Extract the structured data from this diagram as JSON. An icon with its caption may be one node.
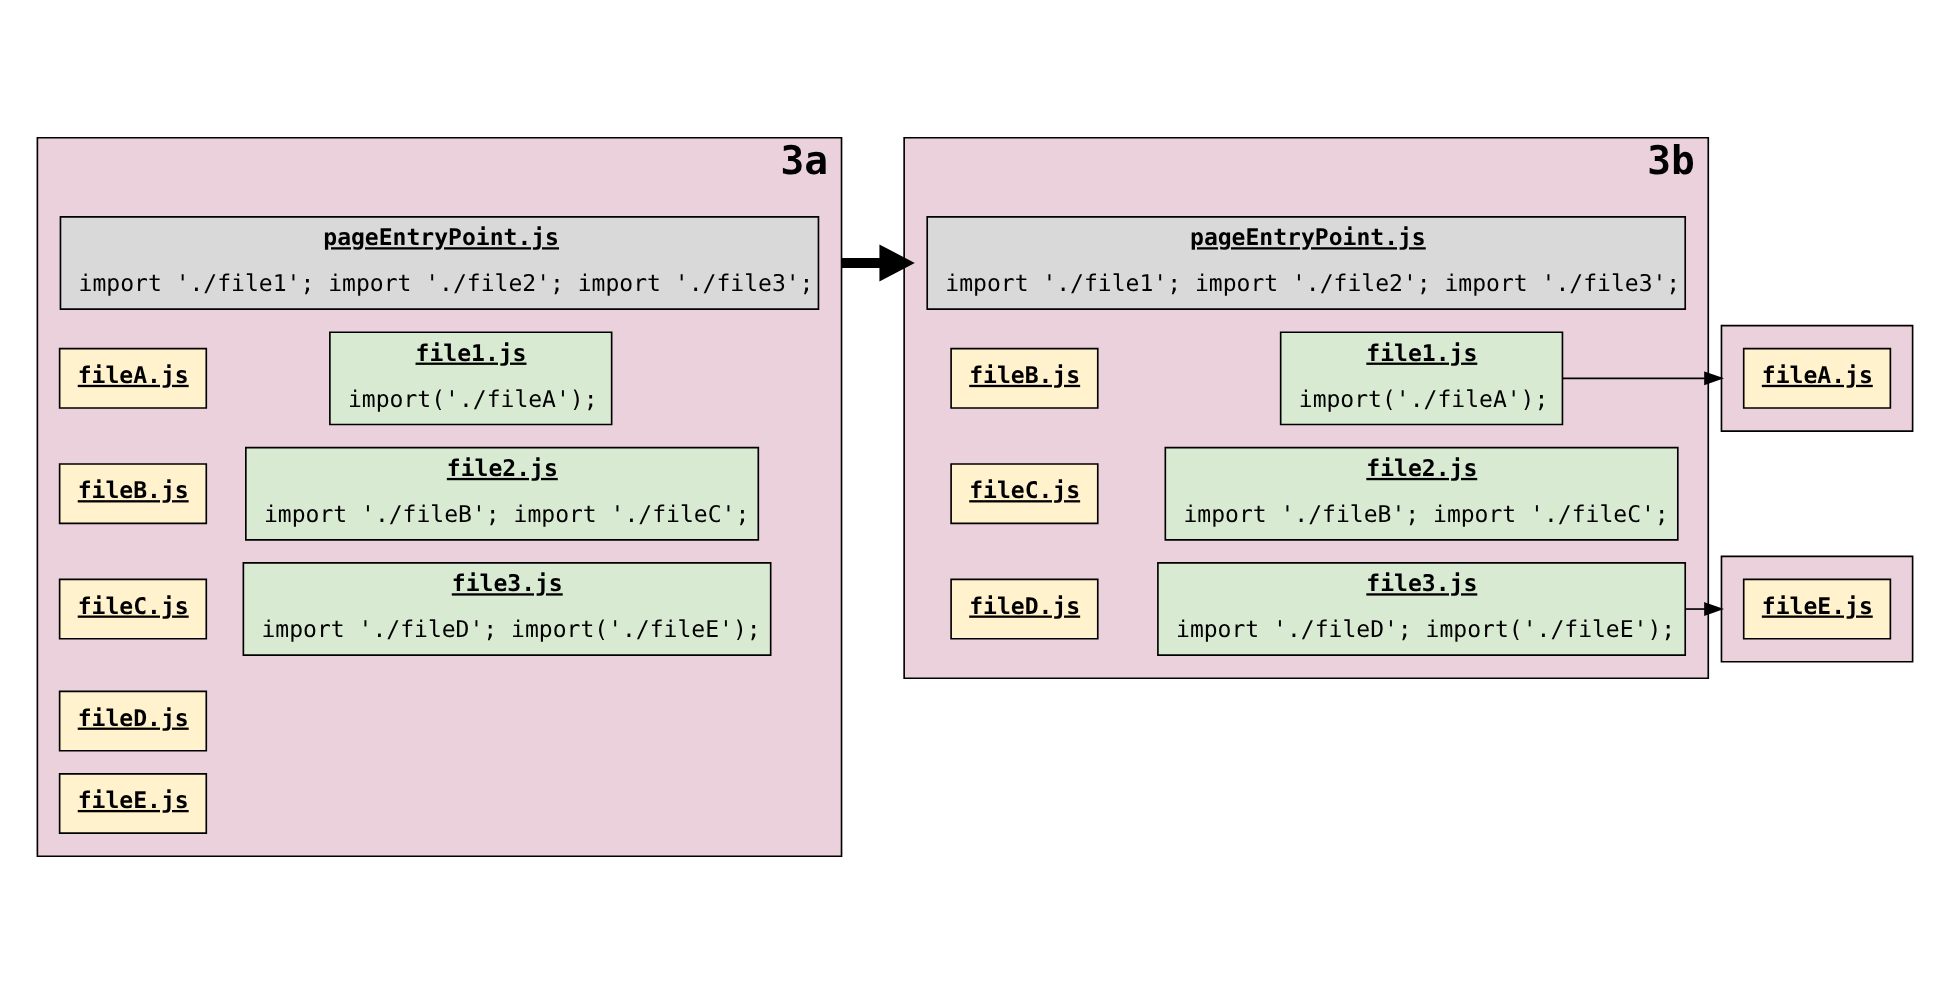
{
  "diagram": {
    "nodes": [
      {
        "text": [
          "3a"
        ]
      },
      {
        "text": [
          "pageEntryPoint.js",
          "import './file1'; import './file2'; import './file3';"
        ],
        "in": 0
      },
      {
        "text": [
          "file1.js",
          "import('./fileA');"
        ],
        "in": 0
      },
      {
        "text": [
          "fileA.js"
        ],
        "in": 0
      },
      {
        "text": [
          "fileB.js"
        ],
        "in": 0
      },
      {
        "text": [
          "file2.js",
          "import './fileB'; import './fileC';"
        ],
        "in": 0
      },
      {
        "text": [
          "fileC.js"
        ],
        "in": 0
      },
      {
        "text": [
          "fileD.js"
        ],
        "in": 0
      },
      {
        "text": [
          "file3.js",
          "import './fileD'; import('./fileE');"
        ],
        "in": 0
      },
      {
        "text": [
          "fileE.js"
        ],
        "in": 0
      },
      {
        "text": [
          "3b"
        ]
      },
      {
        "text": [
          "pageEntryPoint.js",
          "import './file1'; import './file2'; import './file3';"
        ],
        "in": 10
      },
      {
        "text": [
          "file1.js",
          "import('./fileA');"
        ],
        "in": 10
      },
      {
        "text": [
          "fileB.js"
        ],
        "in": 10
      },
      {
        "text": [
          "fileC.js"
        ],
        "in": 10
      },
      {
        "text": [
          "file2.js",
          "import './fileB'; import './fileC';"
        ],
        "in": 10
      },
      {
        "text": [
          "fileD.js"
        ],
        "in": 10
      },
      {
        "text": [
          "file3.js",
          "import './fileD'; import('./fileE');"
        ],
        "in": 10
      },
      {
        "text": [],
        "shape": "box"
      },
      {
        "text": [
          "fileA.js"
        ],
        "in": 18
      },
      {
        "text": [],
        "shape": "box"
      },
      {
        "text": [
          "fileE.js"
        ],
        "in": 20
      }
    ],
    "edges": [
      {
        "from": 0,
        "to": 10,
        "arrow": "to",
        "style": "thick"
      },
      {
        "from": 12,
        "to": 18,
        "arrow": "to"
      },
      {
        "from": 17,
        "to": 20,
        "arrow": "to"
      }
    ]
  }
}
